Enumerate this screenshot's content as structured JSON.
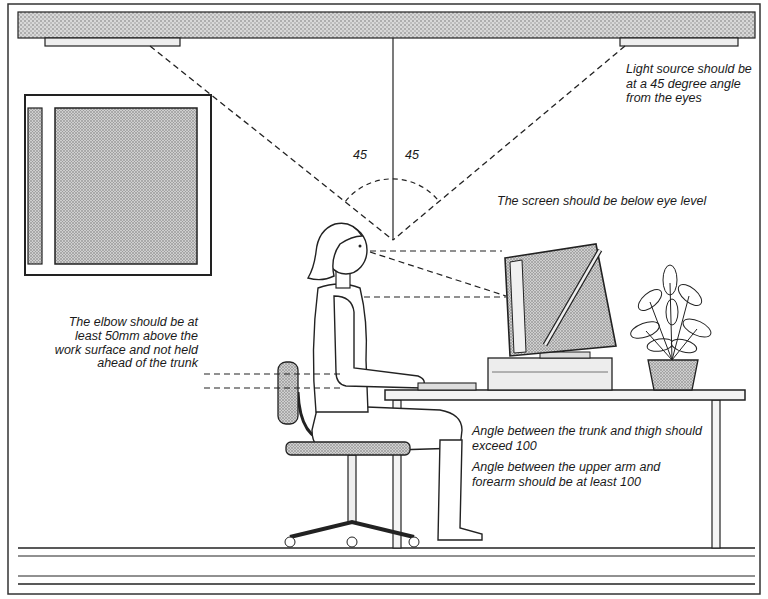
{
  "diagram": {
    "labels": [
      "45",
      "45",
      "Light source should be at a 45 degree angle from the eyes",
      "The screen should be below eye level",
      "The elbow should be at least 50mm above the work surface and not held ahead of the trunk",
      "Angle between the trunk and thigh should exceed 100",
      "Angle between the upper arm and forearm should be at least 100"
    ]
  }
}
